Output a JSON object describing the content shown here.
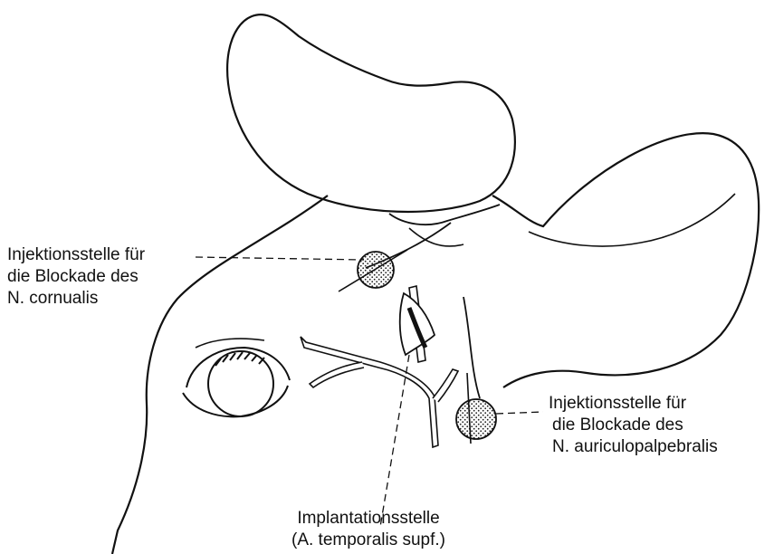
{
  "labels": {
    "cornualis": {
      "line1": "Injektionsstelle für",
      "line2": "die Blockade des",
      "line3": "N. cornualis"
    },
    "auriculopalpebralis": {
      "line1": "Injektionsstelle für",
      "line2": "die Blockade des",
      "line3": "N. auriculopalpebralis"
    },
    "implantation": {
      "line1": "Implantationsstelle",
      "line2": "(A. temporalis supf.)"
    }
  },
  "colors": {
    "ink": "#111111",
    "background": "#ffffff"
  }
}
